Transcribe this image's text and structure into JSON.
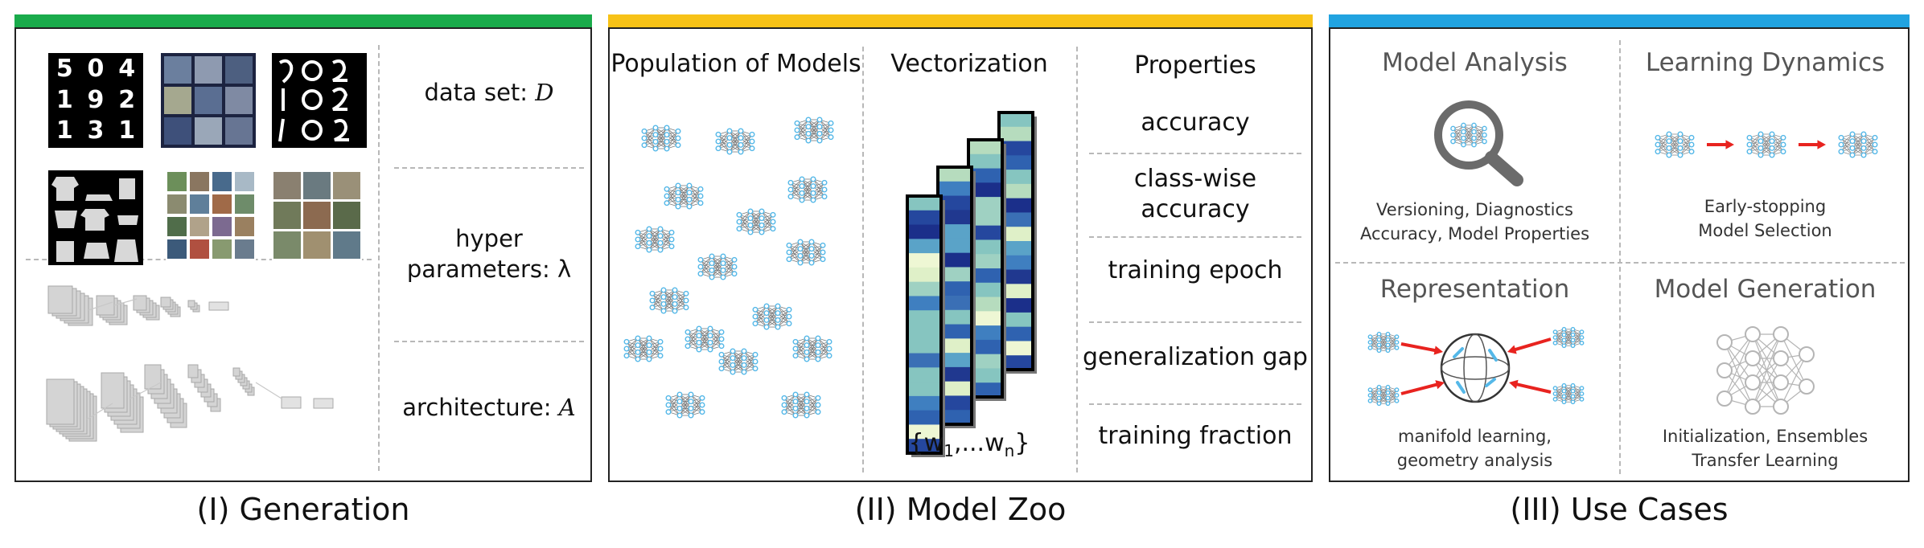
{
  "colors": {
    "generation_bar": "#1aab4b",
    "zoo_bar": "#f7c217",
    "usecases_bar": "#21a3e0",
    "network": "#55b8e8",
    "arrow": "#e8231f"
  },
  "generation": {
    "caption": "(I) Generation",
    "dataset_label": "data set: ",
    "dataset_symbol": "D",
    "hyper_line1": "hyper",
    "hyper_line2": "parameters: λ",
    "arch_label": "architecture: ",
    "arch_symbol": "A",
    "mnist_digits": [
      "5",
      "0",
      "4",
      "1",
      "9",
      "2",
      "1",
      "3",
      "1"
    ]
  },
  "zoo": {
    "caption": "(II) Model Zoo",
    "population_title": "Population of Models",
    "vectorization_title": "Vectorization",
    "vector_label": "{w",
    "vector_sub1": "1",
    "vector_mid": ",...w",
    "vector_subn": "n",
    "vector_close": "}",
    "properties_title": "Properties",
    "properties": [
      "accuracy",
      "class-wise",
      "accuracy",
      "training epoch",
      "generalization gap",
      "training fraction"
    ]
  },
  "usecases": {
    "caption": "(III) Use Cases",
    "model_analysis": {
      "title": "Model Analysis",
      "line1": "Versioning, Diagnostics",
      "line2": "Accuracy, Model Properties"
    },
    "learning_dynamics": {
      "title": "Learning Dynamics",
      "line1": "Early-stopping",
      "line2": "Model Selection"
    },
    "representation": {
      "title": "Representation",
      "line1": "manifold learning,",
      "line2": "geometry analysis"
    },
    "model_generation": {
      "title": "Model Generation",
      "line1": "Initialization, Ensembles",
      "line2": "Transfer Learning"
    }
  }
}
